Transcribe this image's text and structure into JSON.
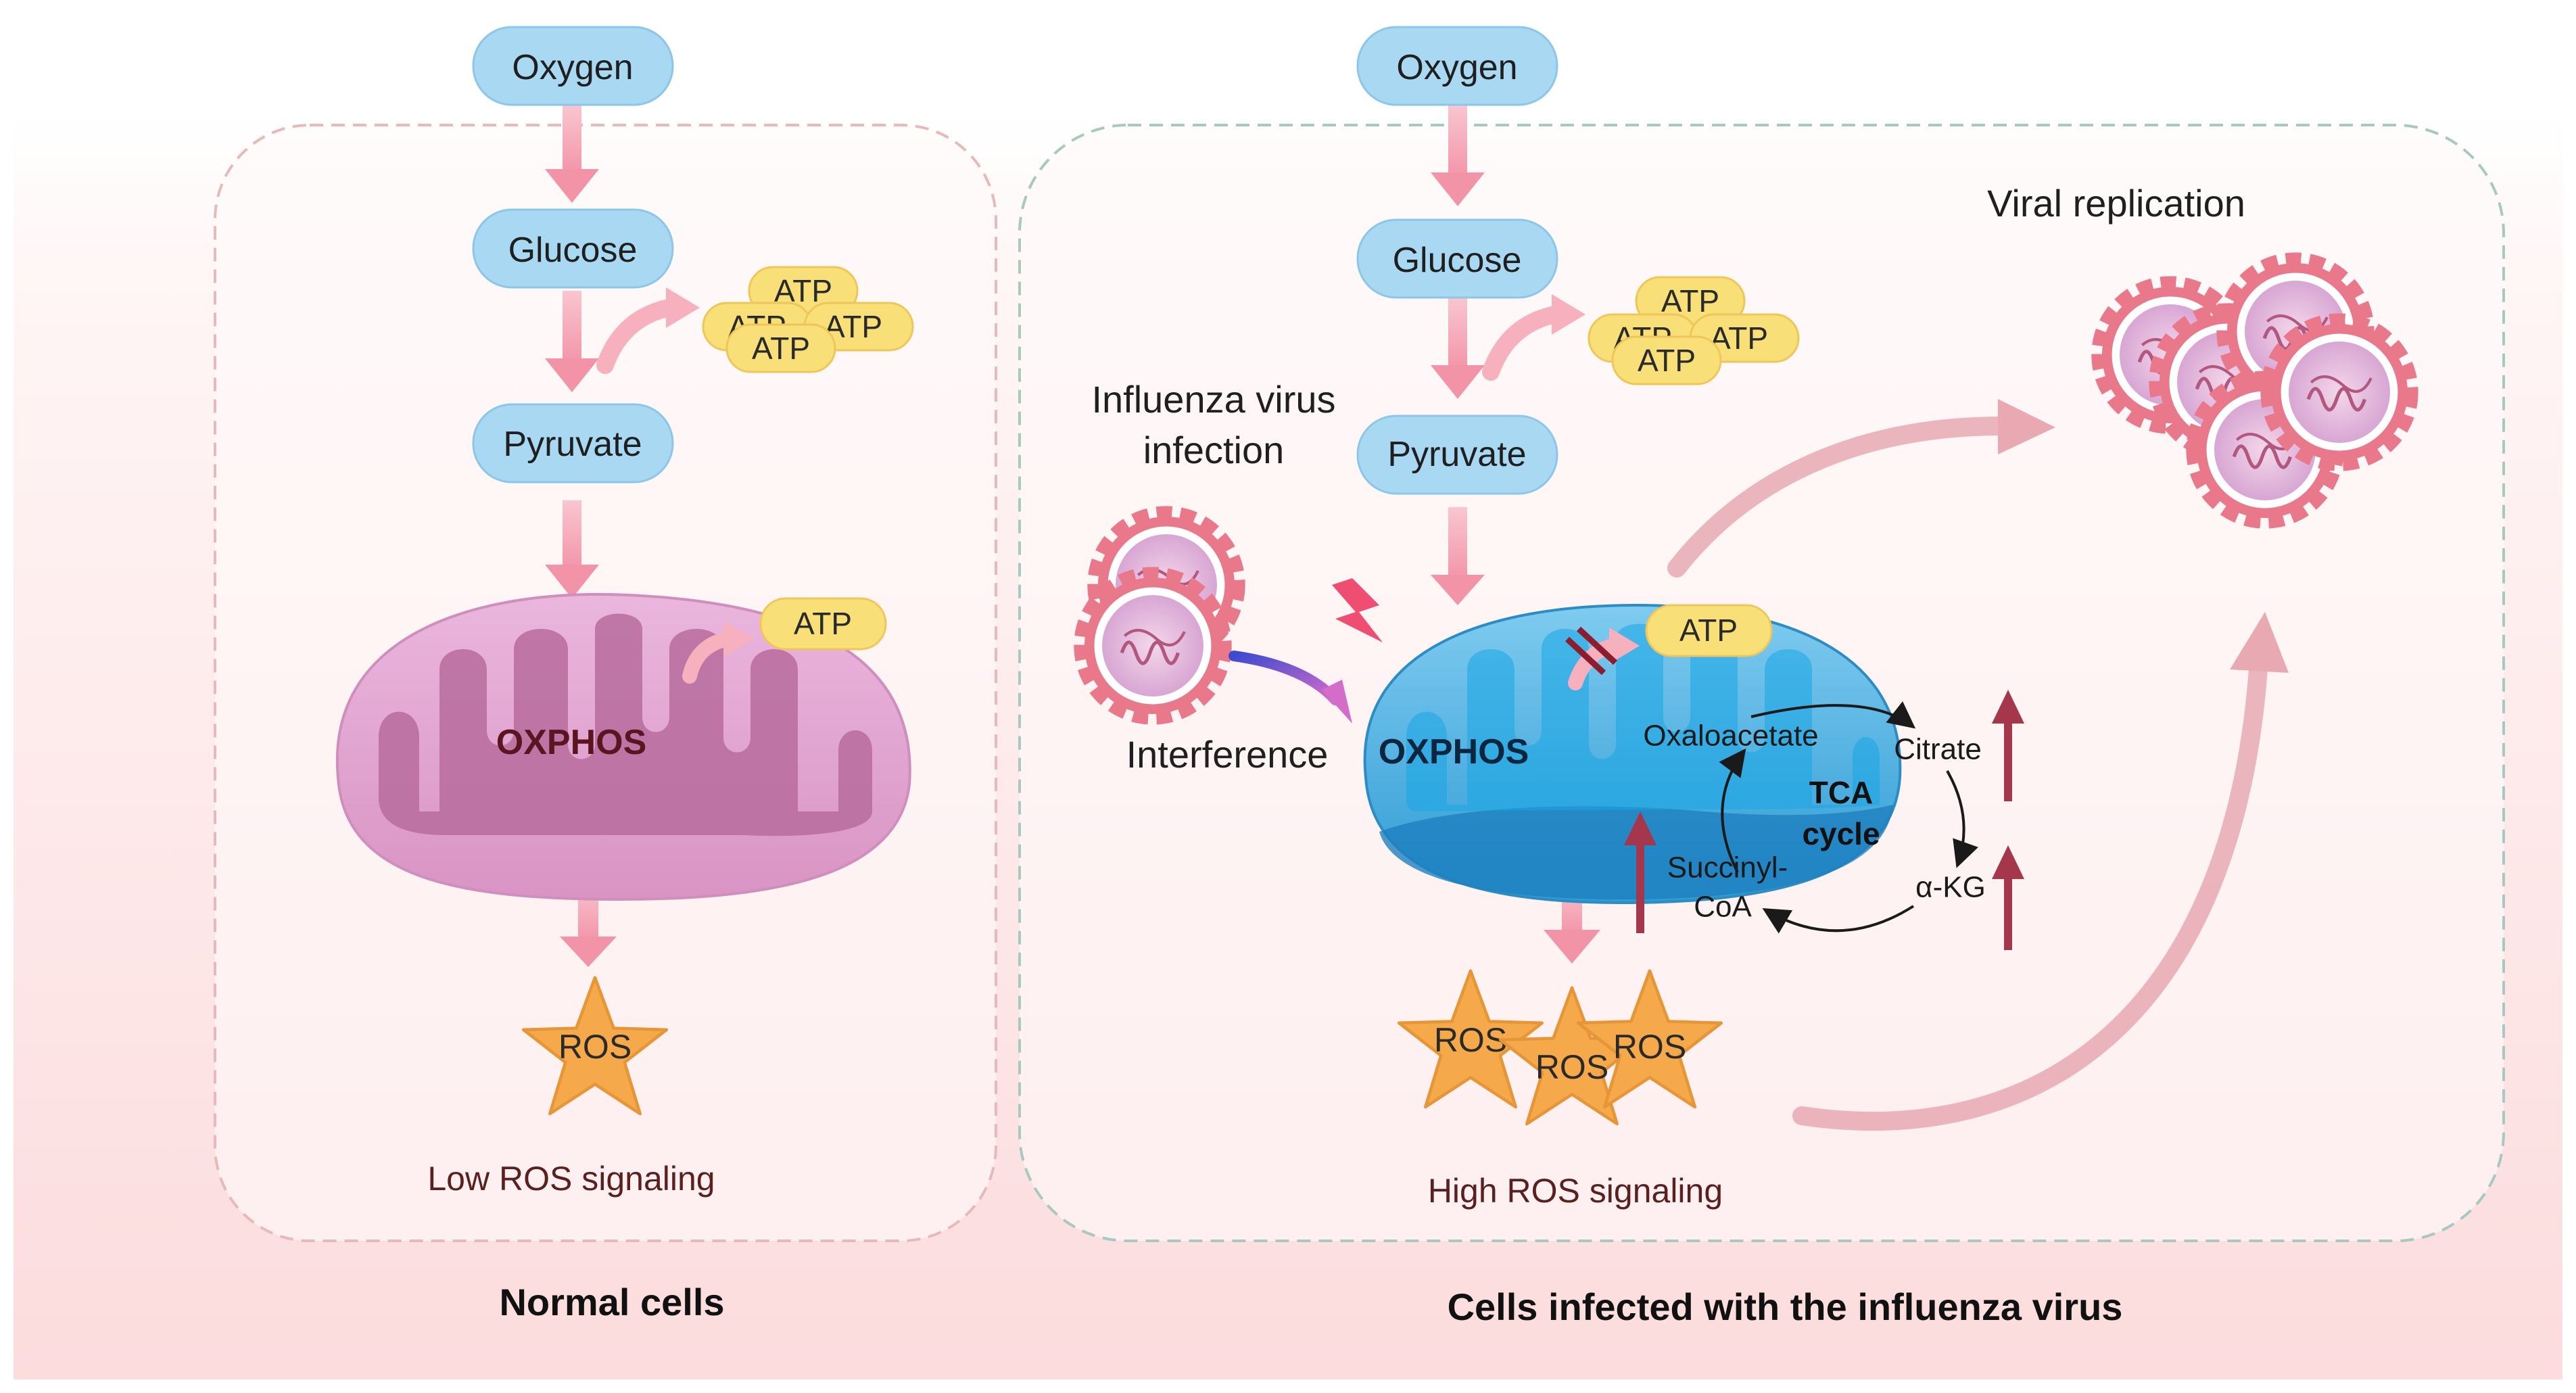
{
  "normal": {
    "oxygen": "Oxygen",
    "glucose": "Glucose",
    "pyruvate": "Pyruvate",
    "atp_cluster": [
      "ATP",
      "ATP",
      "ATP",
      "ATP"
    ],
    "atp_mito": "ATP",
    "oxphos": "OXPHOS",
    "ros": "ROS",
    "signal": "Low ROS signaling",
    "caption": "Normal cells"
  },
  "infected": {
    "oxygen": "Oxygen",
    "glucose": "Glucose",
    "pyruvate": "Pyruvate",
    "atp_cluster": [
      "ATP",
      "ATP",
      "ATP",
      "ATP"
    ],
    "atp_mito": "ATP",
    "oxphos": "OXPHOS",
    "infection_line1": "Influenza virus",
    "infection_line2": "infection",
    "interference": "Interference",
    "viral_replication": "Viral replication",
    "tca": {
      "oxaloacetate": "Oxaloacetate",
      "citrate": "Citrate",
      "akg": "α-KG",
      "succinyl_line1": "Succinyl-",
      "succinyl_line2": "CoA",
      "cycle_line1": "TCA",
      "cycle_line2": "cycle"
    },
    "ros": [
      "ROS",
      "ROS",
      "ROS"
    ],
    "signal": "High ROS signaling",
    "caption": "Cells infected with the influenza virus"
  },
  "colors": {
    "pill_fill": "#a9d8f3",
    "atp_fill": "#f8df78",
    "ros_fill": "#f6a94a",
    "arrow_pink": "#f4a5b5",
    "normal_mito": "#e3a9d3",
    "infected_mito": "#4fb3e3",
    "virus_red": "#e8788a",
    "up_arrow": "#a5374c",
    "background_bottom": "#fcdfe0"
  }
}
